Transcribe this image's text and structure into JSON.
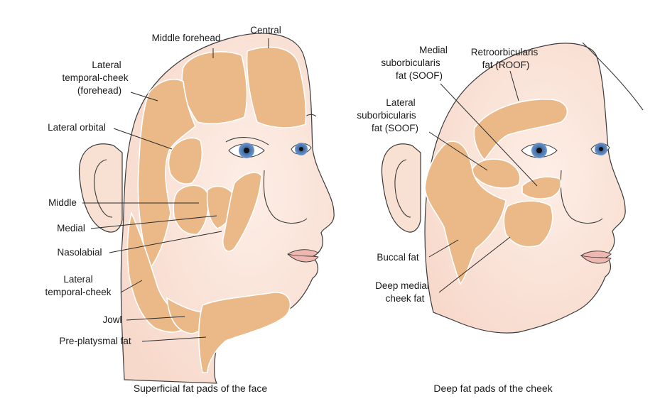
{
  "figure": {
    "left_caption": "Superficial fat pads of the face",
    "right_caption": "Deep fat pads of the cheek"
  },
  "left_labels": {
    "middle_forehead": "Middle forehead",
    "central": "Central",
    "lateral_temporal_cheek_forehead_1": "Lateral",
    "lateral_temporal_cheek_forehead_2": "temporal-cheek",
    "lateral_temporal_cheek_forehead_3": "(forehead)",
    "lateral_orbital": "Lateral orbital",
    "middle": "Middle",
    "medial": "Medial",
    "nasolabial": "Nasolabial",
    "lateral_temporal_cheek_1": "Lateral",
    "lateral_temporal_cheek_2": "temporal-cheek",
    "jowl": "Jowl",
    "pre_platysmal": "Pre-platysmal fat"
  },
  "right_labels": {
    "medial_soof_1": "Medial",
    "medial_soof_2": "suborbicularis",
    "medial_soof_3": "fat (SOOF)",
    "roof_1": "Retroorbicularis",
    "roof_2": "fat (ROOF)",
    "lateral_soof_1": "Lateral",
    "lateral_soof_2": "suborbicularis",
    "lateral_soof_3": "fat (SOOF)",
    "buccal": "Buccal fat",
    "deep_medial_1": "Deep medial",
    "deep_medial_2": "cheek fat"
  },
  "colors": {
    "fat_pad": "#eab987",
    "skin": "#fbe6dc",
    "iris": "#4f7bb3"
  }
}
